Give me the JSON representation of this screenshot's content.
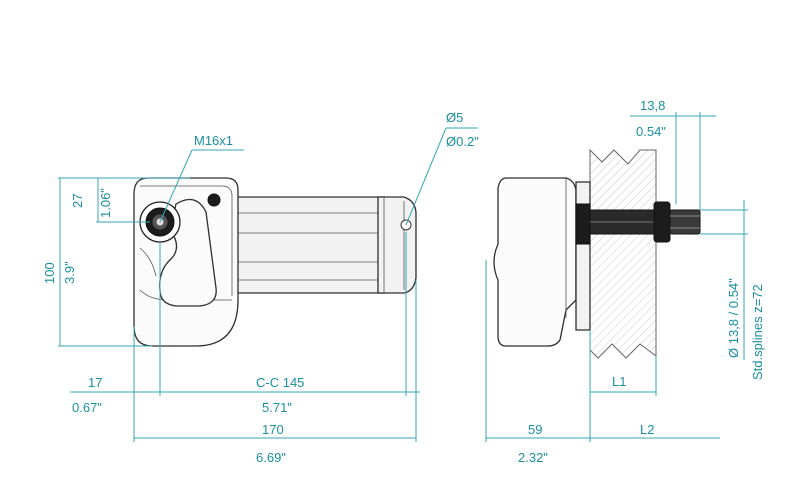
{
  "labels": {
    "thread": "M16x1",
    "hole_mm": "Ø5",
    "hole_in": "Ø0.2\"",
    "top_mm": "27",
    "top_in": "1.06\"",
    "height_mm": "100",
    "height_in": "3.9\"",
    "left_off_mm": "17",
    "left_off_in": "0.67\"",
    "cc_mm": "C-C 145",
    "cc_in": "5.71\"",
    "total_mm": "170",
    "total_in": "6.69\"",
    "side_mm": "59",
    "side_in": "2.32\"",
    "l1": "L1",
    "l2": "L2",
    "shaft_mm": "13,8",
    "shaft_in": "0.54\"",
    "shaft_dia": "Ø 13,8 / 0.54\"",
    "splines": "Std.splines z=72"
  },
  "colors": {
    "dimension": "#1a8fa0",
    "outline": "#2f2f2f"
  }
}
